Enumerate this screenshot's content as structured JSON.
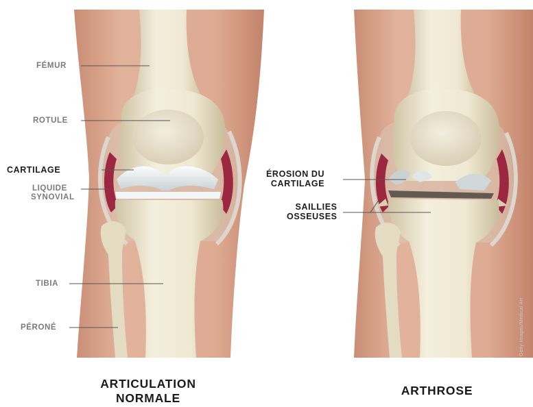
{
  "normal_knee": {
    "labels": {
      "femur": "FÉMUR",
      "rotule": "ROTULE",
      "cartilage": "CARTILAGE",
      "liquide_line1": "LIQUIDE",
      "liquide_line2": "SYNOVIAL",
      "tibia": "TIBIA",
      "perone": "PÉRONÉ"
    },
    "caption_line1": "ARTICULATION",
    "caption_line2": "NORMALE"
  },
  "arthrosis_knee": {
    "labels": {
      "erosion_line1": "ÉROSION DU",
      "erosion_line2": "CARTILAGE",
      "saillies_line1": "SAILLIES",
      "saillies_line2": "OSSEUSES"
    },
    "caption": "ARTHROSE"
  },
  "credit": "Getty Images/Medical Art",
  "colors": {
    "skin": "#d9a48c",
    "bone": "#ece5cf",
    "cartilage": "#e8eef0",
    "synovial": "#9c2740",
    "leader_line": "#555555"
  }
}
